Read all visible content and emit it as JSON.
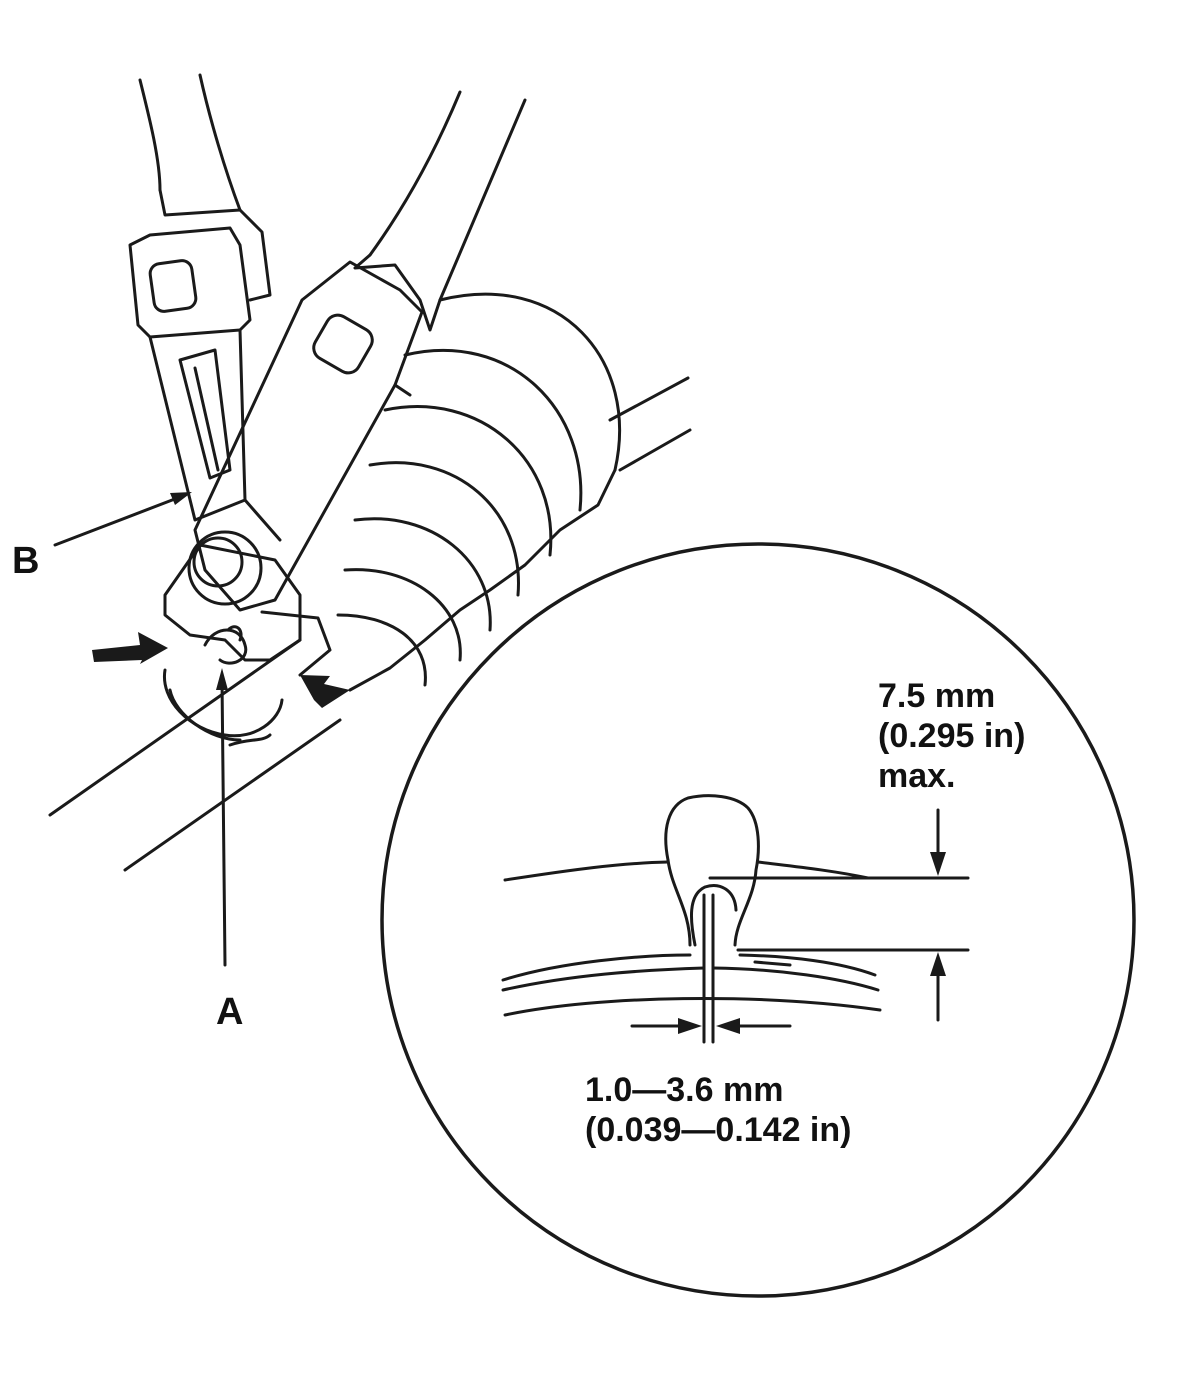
{
  "labels": {
    "callout_a": "A",
    "callout_b": "B"
  },
  "specs": {
    "height": {
      "value": "7.5 mm",
      "imperial": "(0.295 in)",
      "qualifier": "max."
    },
    "gap": {
      "value": "1.0—3.6 mm",
      "imperial": "(0.039—0.142 in)"
    }
  },
  "colors": {
    "line": "#1a1a1a",
    "background": "#ffffff"
  }
}
